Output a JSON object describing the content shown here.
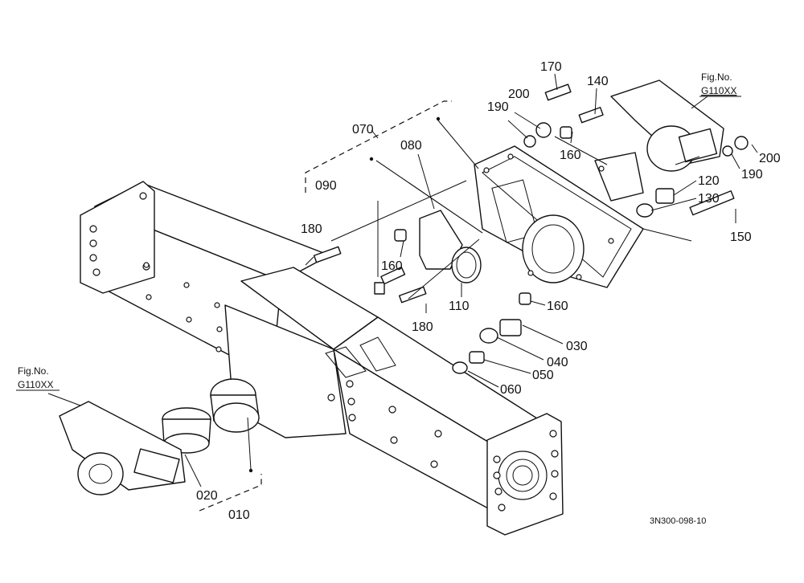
{
  "parts": [
    {
      "id": "p170",
      "label": "170"
    },
    {
      "id": "p140",
      "label": "140"
    },
    {
      "id": "p200a",
      "label": "200"
    },
    {
      "id": "p190a",
      "label": "190"
    },
    {
      "id": "p070",
      "label": "070"
    },
    {
      "id": "p080",
      "label": "080"
    },
    {
      "id": "p160a",
      "label": "160"
    },
    {
      "id": "p090",
      "label": "090"
    },
    {
      "id": "p180a",
      "label": "180"
    },
    {
      "id": "p160b",
      "label": "160"
    },
    {
      "id": "p110",
      "label": "110"
    },
    {
      "id": "p180b",
      "label": "180"
    },
    {
      "id": "p160c",
      "label": "160"
    },
    {
      "id": "p120",
      "label": "120"
    },
    {
      "id": "p130",
      "label": "130"
    },
    {
      "id": "p150",
      "label": "150"
    },
    {
      "id": "p200b",
      "label": "200"
    },
    {
      "id": "p190b",
      "label": "190"
    },
    {
      "id": "p030",
      "label": "030"
    },
    {
      "id": "p040",
      "label": "040"
    },
    {
      "id": "p050",
      "label": "050"
    },
    {
      "id": "p060",
      "label": "060"
    },
    {
      "id": "p020",
      "label": "020"
    },
    {
      "id": "p010",
      "label": "010"
    }
  ],
  "references": {
    "top_right": {
      "line1": "Fig.No.",
      "line2": "G110XX"
    },
    "bottom_left": {
      "line1": "Fig.No.",
      "line2": "G110XX"
    }
  },
  "diagram_code": "3N300-098-10"
}
